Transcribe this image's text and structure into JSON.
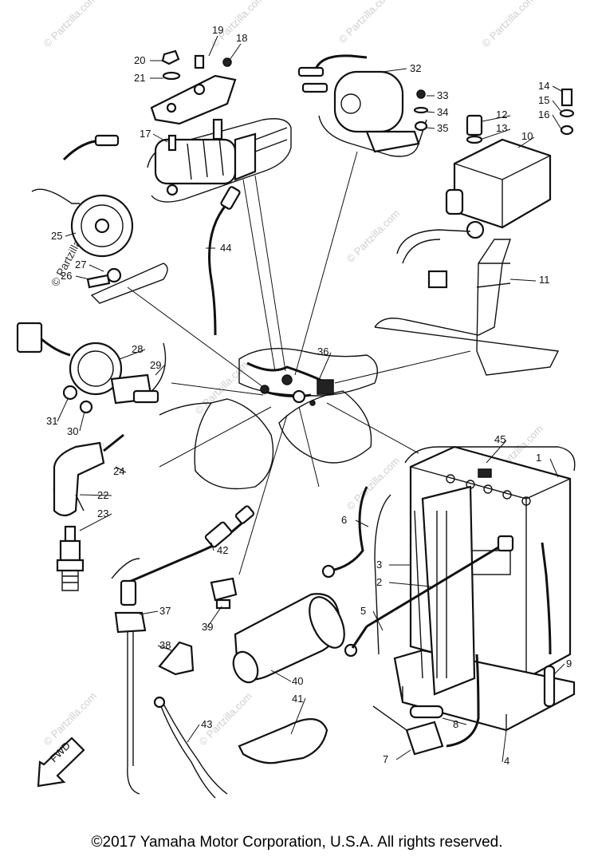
{
  "watermark": "© Partzilla.com",
  "direction_label": "FWD",
  "copyright": "©2017 Yamaha Motor Corporation, U.S.A. All rights reserved.",
  "callouts": [
    "1",
    "2",
    "3",
    "4",
    "5",
    "6",
    "7",
    "8",
    "9",
    "10",
    "11",
    "12",
    "13",
    "14",
    "15",
    "16",
    "17",
    "18",
    "19",
    "20",
    "21",
    "22",
    "23",
    "24",
    "25",
    "26",
    "27",
    "28",
    "29",
    "30",
    "31",
    "32",
    "33",
    "34",
    "35",
    "36",
    "37",
    "38",
    "39",
    "40",
    "41",
    "42",
    "43",
    "44",
    "45"
  ]
}
